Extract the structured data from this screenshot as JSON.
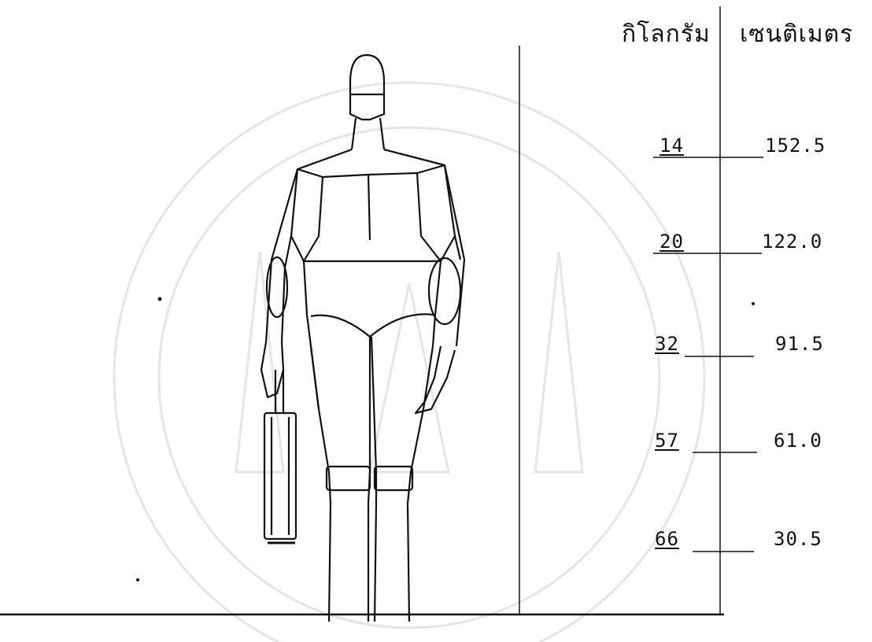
{
  "headers": {
    "weight_unit": "กิโลกรัม",
    "height_unit": "เซนติเมตร"
  },
  "rows": [
    {
      "kg": "14",
      "cm": "152.5"
    },
    {
      "kg": "20",
      "cm": "122.0"
    },
    {
      "kg": "32",
      "cm": "91.5"
    },
    {
      "kg": "57",
      "cm": "61.0"
    },
    {
      "kg": "66",
      "cm": "30.5"
    }
  ]
}
